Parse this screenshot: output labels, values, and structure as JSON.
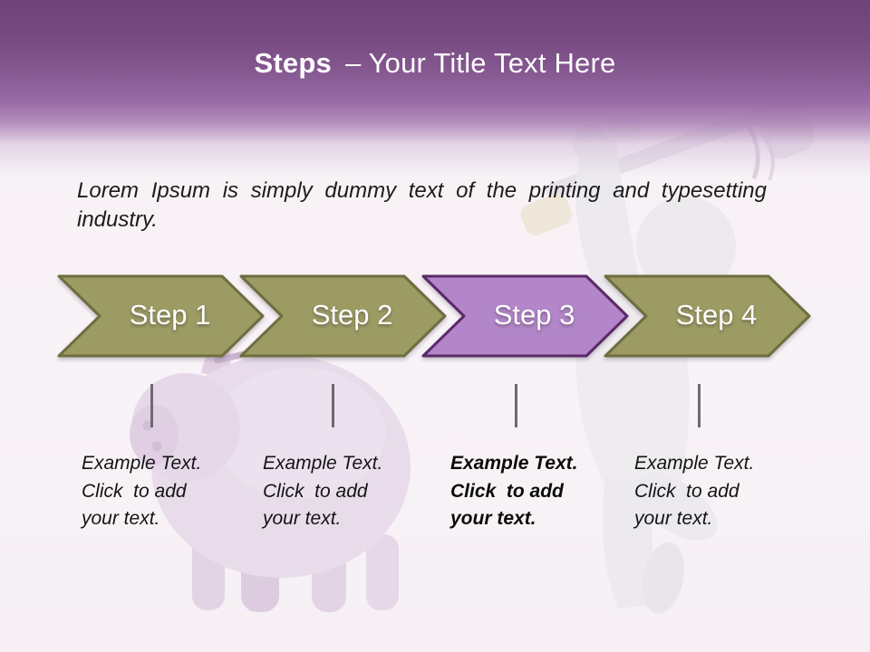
{
  "slide": {
    "header": {
      "title_bold": "Steps",
      "title_rest": "– Your Title Text Here"
    },
    "intro_text": "Lorem Ipsum is simply dummy text of the printing and typesetting\nindustry.",
    "steps": [
      {
        "label": "Step 1",
        "highlighted": false,
        "description": "Example Text.\nClick  to add\nyour text."
      },
      {
        "label": "Step 2",
        "highlighted": false,
        "description": "Example Text.\nClick  to add\nyour text."
      },
      {
        "label": "Step 3",
        "highlighted": true,
        "description": "Example Text.\nClick  to add\nyour text."
      },
      {
        "label": "Step 4",
        "highlighted": false,
        "description": "Example Text.\nClick  to add\nyour text."
      }
    ],
    "colors": {
      "header_gradient_top": "#6d4378",
      "header_gradient_bottom": "#9a6ba7",
      "background": "#f7f2f6",
      "step_fill": "#9b9b63",
      "step_border": "#6e6e40",
      "step_highlight_fill": "#b286c8",
      "step_highlight_border": "#5c2a68",
      "step_label_text": "#ffffff",
      "body_text": "#1c1c1c",
      "tick": "#6f6a70"
    },
    "decorations": {
      "left_watermark": "piggy-bank-image",
      "right_watermark": "3d-figure-with-hammer-image"
    }
  }
}
